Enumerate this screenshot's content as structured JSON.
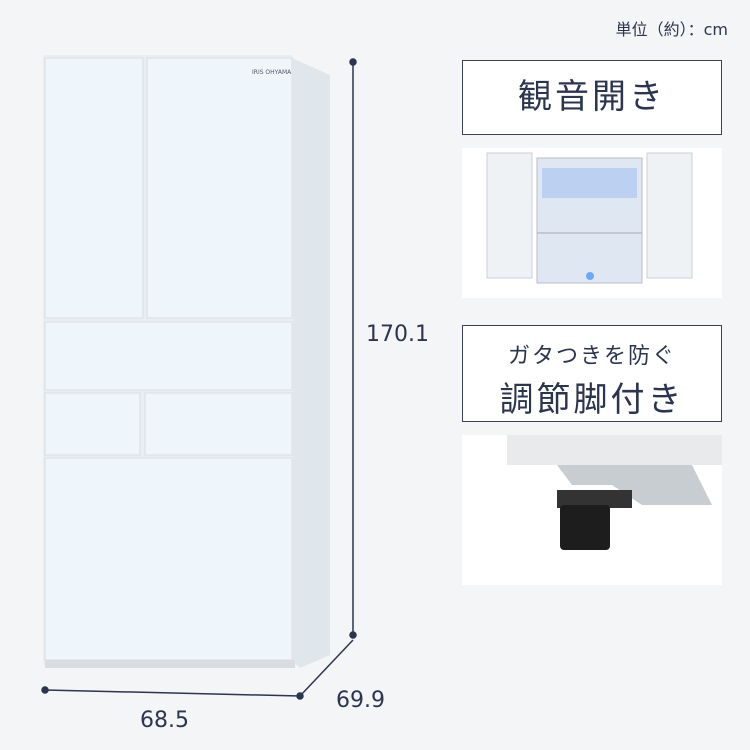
{
  "unit_label": "単位（約）：cm",
  "features": [
    {
      "title": "観音開き"
    },
    {
      "subtitle": "ガタつきを防ぐ",
      "title": "調節脚付き"
    }
  ],
  "dimensions": {
    "height": "170.1",
    "width": "68.5",
    "depth": "69.9"
  },
  "logo": "IRIS OHYAMA",
  "colors": {
    "background": "#f3f5f6",
    "text": "#2b3550",
    "fridge": "#eef5fa"
  }
}
